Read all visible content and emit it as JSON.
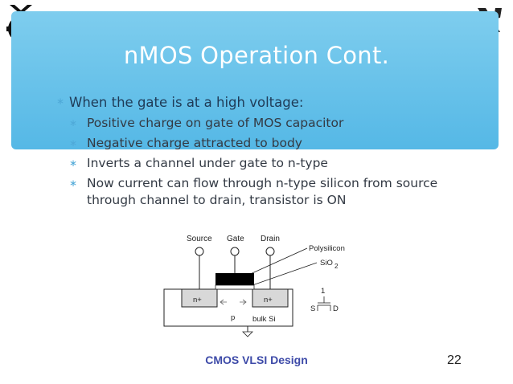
{
  "slide": {
    "title": "nMOS Operation Cont.",
    "bullet_main": "When the gate is at a high voltage:",
    "sub_bullets": [
      "Positive charge on gate of MOS capacitor",
      "Negative charge attracted to body",
      "Inverts a channel under gate to n-type",
      "Now current can flow through n-type silicon from source through channel to drain, transistor is ON"
    ],
    "bullet_glyph": "∗"
  },
  "diagram": {
    "terminal_source": "Source",
    "terminal_gate": "Gate",
    "terminal_drain": "Drain",
    "label_polysilicon": "Polysilicon",
    "label_sio2_main": "SiO",
    "label_sio2_sub": "2",
    "label_n_plus_left": "n+",
    "label_n_plus_right": "n+",
    "label_p": "p",
    "label_bulk": "bulk Si",
    "symbol_gate_value": "1",
    "symbol_s": "S",
    "symbol_d": "D"
  },
  "footer": {
    "course": "CMOS VLSI Design",
    "page_number": "22"
  },
  "colors": {
    "banner": "#55b8e6",
    "title": "#ffffff",
    "bullet_mark": "#4fa9d8",
    "footer_text": "#3d4aa8"
  },
  "icons": [
    "technion-logo-icon",
    "hebrew-aleph-logo-icon"
  ]
}
